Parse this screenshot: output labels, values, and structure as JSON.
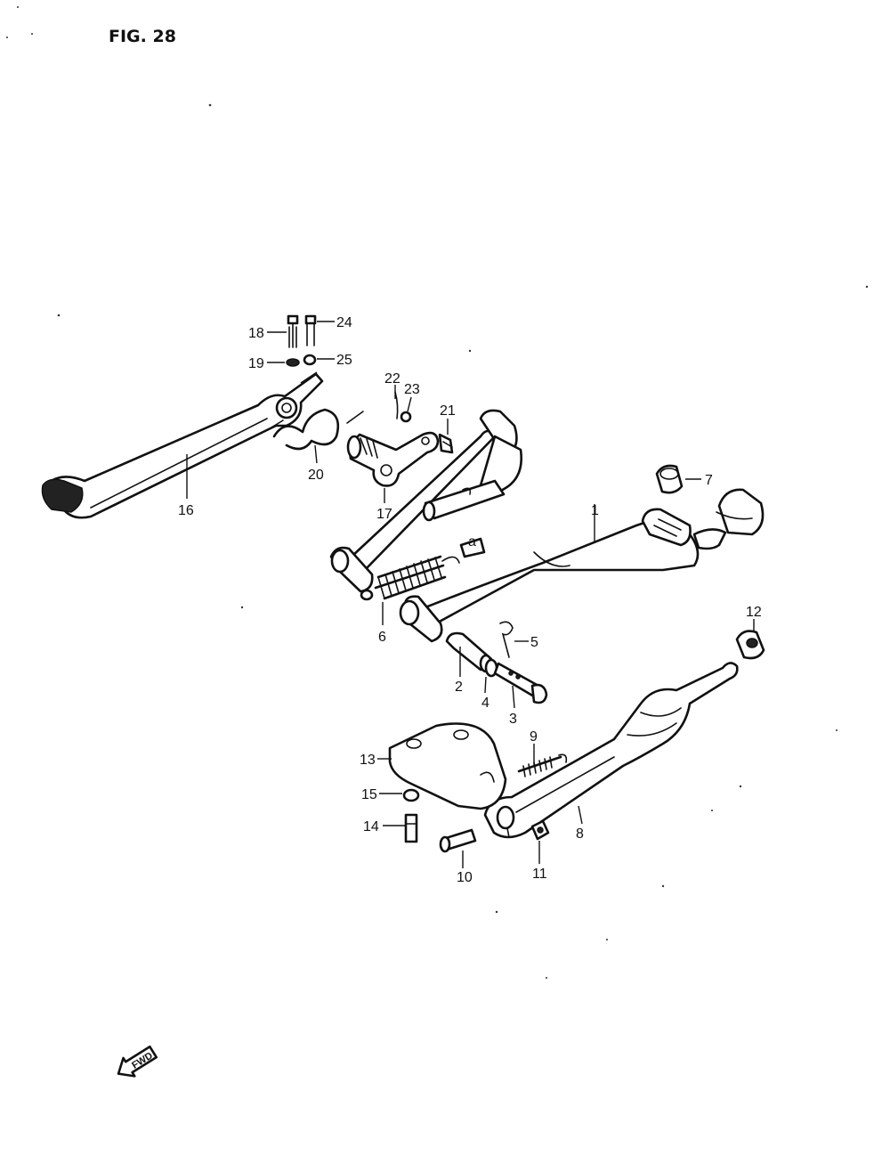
{
  "figure": {
    "title": "FIG. 28"
  },
  "callouts": {
    "c1": "1",
    "c2": "2",
    "c3": "3",
    "c4": "4",
    "c5": "5",
    "c6": "6",
    "c7": "7",
    "c8": "8",
    "c9": "9",
    "c10": "10",
    "c11": "11",
    "c12": "12",
    "c13": "13",
    "c14": "14",
    "c15": "15",
    "c16": "16",
    "c17": "17",
    "c18": "18",
    "c19": "19",
    "c20": "20",
    "c21": "21",
    "c22": "22",
    "c23": "23",
    "c24": "24",
    "c25": "25"
  },
  "marks": {
    "a": "a"
  },
  "direction": {
    "label": "FWD"
  }
}
